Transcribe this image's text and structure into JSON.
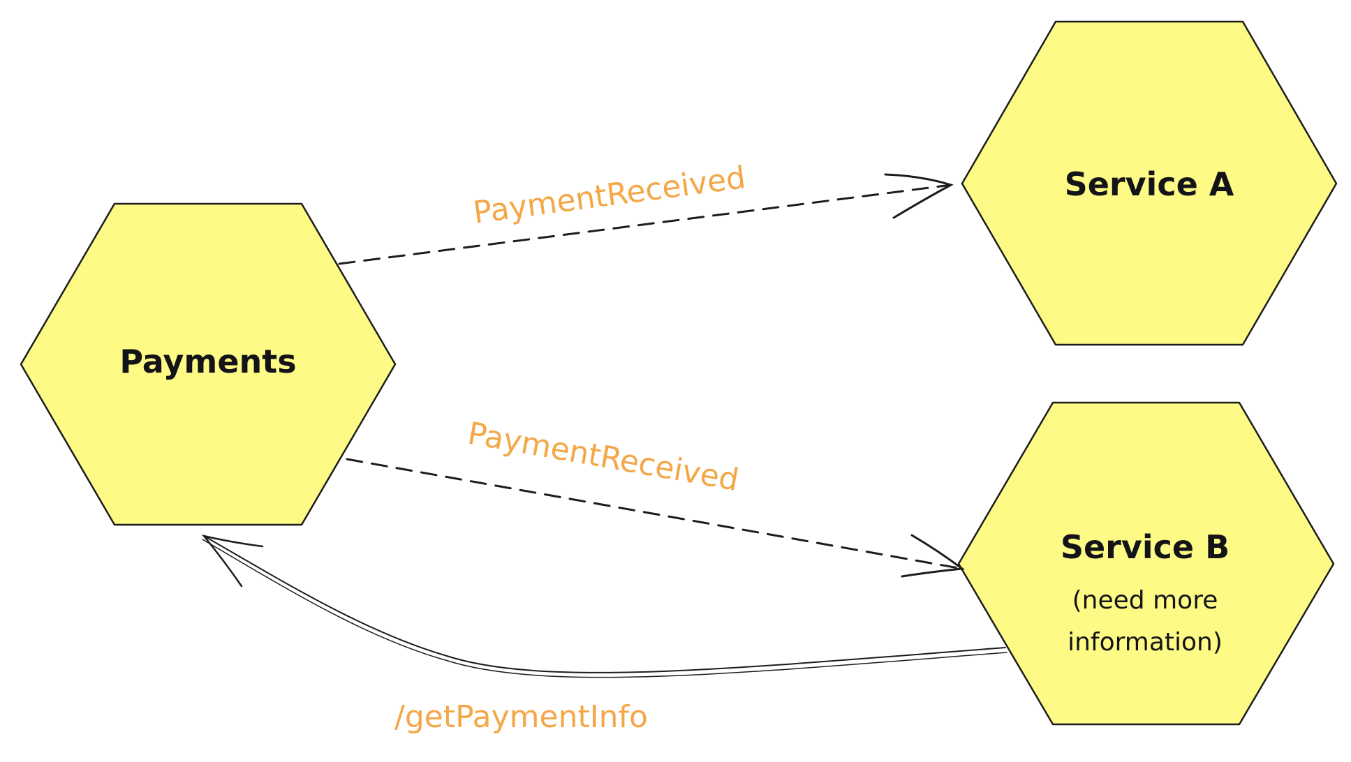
{
  "nodes": {
    "payments": {
      "title": "Payments"
    },
    "service_a": {
      "title": "Service A"
    },
    "service_b": {
      "title": "Service B",
      "subtitle_line1": "(need more",
      "subtitle_line2": "information)"
    }
  },
  "edges": {
    "payments_to_a": {
      "label": "PaymentReceived"
    },
    "payments_to_b": {
      "label": "PaymentReceived"
    },
    "b_to_payments": {
      "label": "/getPaymentInfo"
    }
  },
  "colors": {
    "hexagon_fill": "#fdfb85",
    "stroke": "#1c1c1c",
    "label_text": "#141418",
    "edge_label": "#f4a747"
  }
}
